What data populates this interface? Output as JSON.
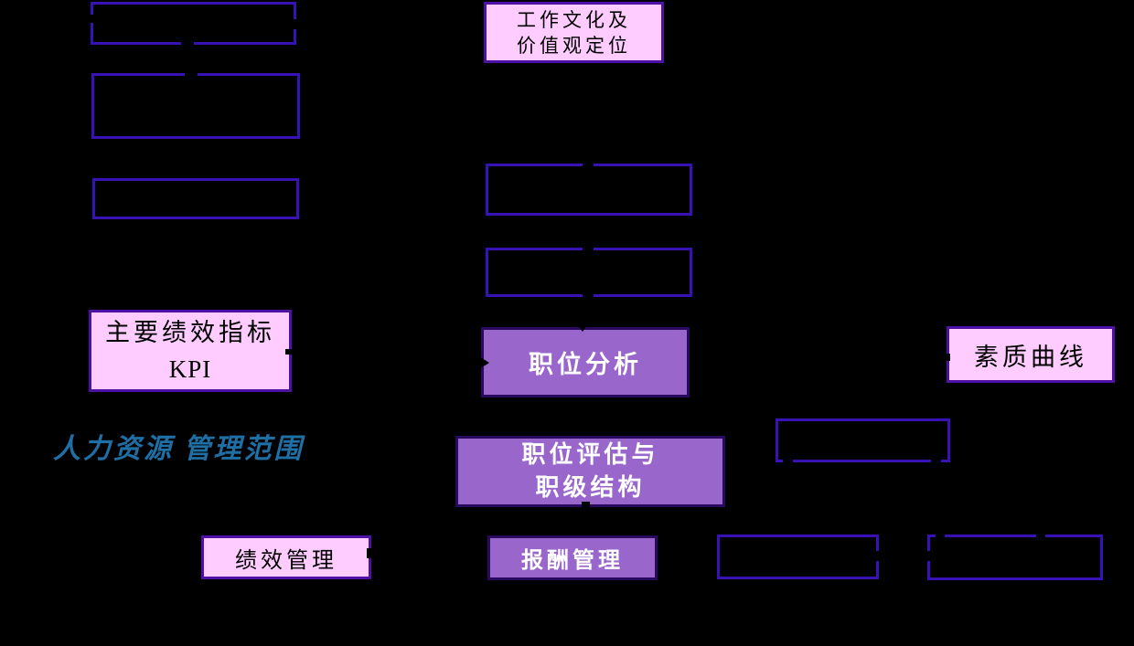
{
  "colors": {
    "background": "#000000",
    "empty_box_border": "#3812B4",
    "pink_fill": "#FFCCFF",
    "pink_border": "#4E10A5",
    "purple_fill": "#9966CC",
    "purple_border": "#2A0A5E",
    "label_blue": "#1F6FA5",
    "pink_text": "#000000",
    "purple_text": "#FFFFFF"
  },
  "labels": {
    "hr_scope": {
      "line1": "人力资源",
      "line2": "管理范围"
    }
  },
  "boxes": {
    "work_culture": {
      "line1": "工作文化及",
      "line2": "价值观定位"
    },
    "kpi": {
      "line1": "主要绩效指标",
      "line2": "KPI"
    },
    "quality_curve": {
      "label": "素质曲线"
    },
    "job_analysis": {
      "label": "职位分析"
    },
    "job_evaluation": {
      "line1": "职位评估与",
      "line2": "职级结构"
    },
    "performance_management": {
      "label": "绩效管理"
    },
    "compensation_management": {
      "label": "报酬管理"
    }
  }
}
